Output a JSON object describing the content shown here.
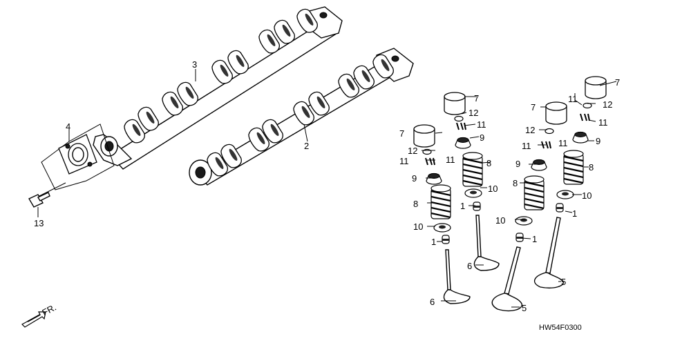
{
  "diagram_code": "HW54F0300",
  "front_marker": "FR.",
  "callouts": {
    "c1a": "1",
    "c1b": "1",
    "c1c": "1",
    "c1d": "1",
    "c2": "2",
    "c3": "3",
    "c4": "4",
    "c5a": "5",
    "c5b": "5",
    "c6a": "6",
    "c6b": "6",
    "c7a": "7",
    "c7b": "7",
    "c7c": "7",
    "c7d": "7",
    "c8a": "8",
    "c8b": "8",
    "c8c": "8",
    "c8d": "8",
    "c9a": "9",
    "c9b": "9",
    "c9c": "9",
    "c9d": "9",
    "c10a": "10",
    "c10b": "10",
    "c10c": "10",
    "c10d": "10",
    "c11a": "11",
    "c11b": "11",
    "c11c": "11",
    "c11d": "11",
    "c11e": "11",
    "c11f": "11",
    "c11g": "11",
    "c12a": "12",
    "c12b": "12",
    "c12c": "12",
    "c12d": "12",
    "c13": "13"
  }
}
